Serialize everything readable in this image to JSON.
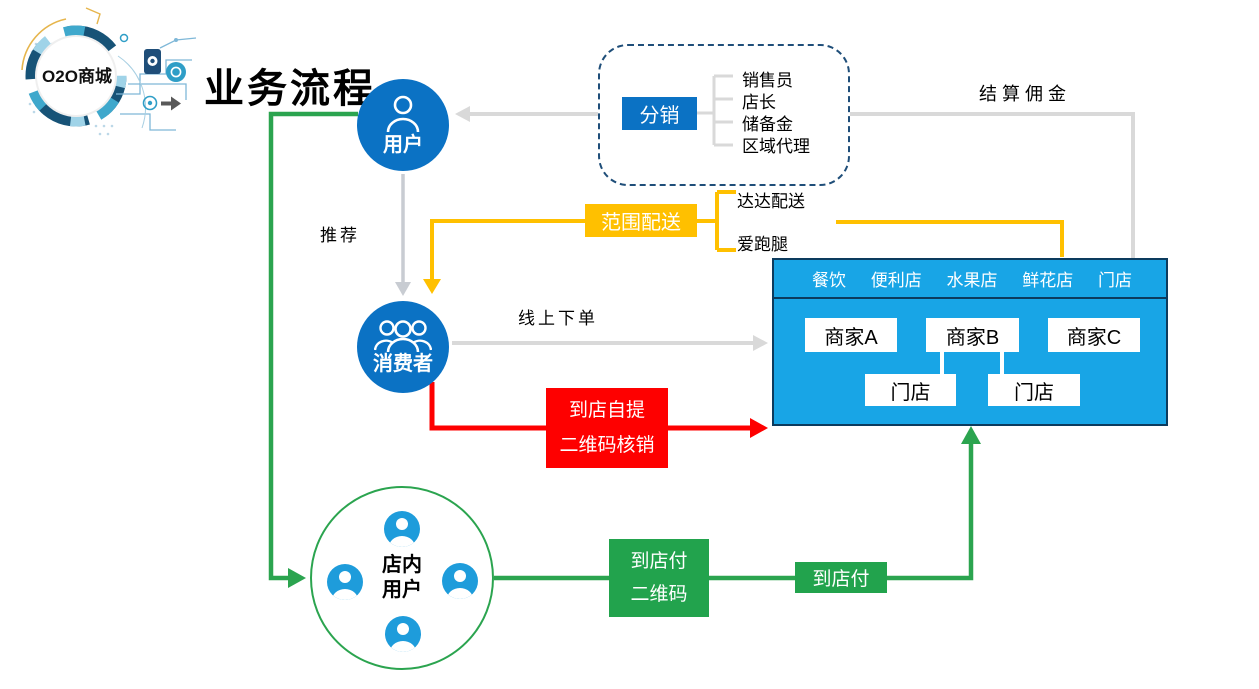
{
  "slide": {
    "logo_text": "O2O商城",
    "title": "业务流程"
  },
  "nodes": {
    "user": {
      "label": "用户"
    },
    "consumer": {
      "label": "消费者"
    },
    "instore": {
      "line1": "店内",
      "line2": "用户"
    }
  },
  "distribution": {
    "label": "分销",
    "members": [
      "销售员",
      "店长",
      "储备金",
      "区域代理"
    ]
  },
  "labels": {
    "commission": "结算佣金",
    "recommend": "推荐",
    "online_order": "线上下单"
  },
  "delivery": {
    "label": "范围配送",
    "providers": [
      "达达配送",
      "爱跑腿"
    ]
  },
  "mall": {
    "tabs": [
      "餐饮",
      "便利店",
      "水果店",
      "鲜花店",
      "门店"
    ],
    "merchants": [
      "商家A",
      "商家B",
      "商家C"
    ],
    "stores": [
      "门店",
      "门店"
    ]
  },
  "pickup": {
    "line1": "到店自提",
    "line2": "二维码核销"
  },
  "pay_qr": {
    "line1": "到店付",
    "line2": "二维码"
  },
  "pay": {
    "label": "到店付"
  },
  "colors": {
    "primary_blue": "#0B72C4",
    "mall_blue": "#18A5E6",
    "avatar_blue": "#1E9CDB",
    "yellow": "#FFC000",
    "red": "#FE0000",
    "green": "#2BA44F",
    "connector_gray": "#D9D9D9",
    "dashed_navy": "#1F4E79"
  }
}
